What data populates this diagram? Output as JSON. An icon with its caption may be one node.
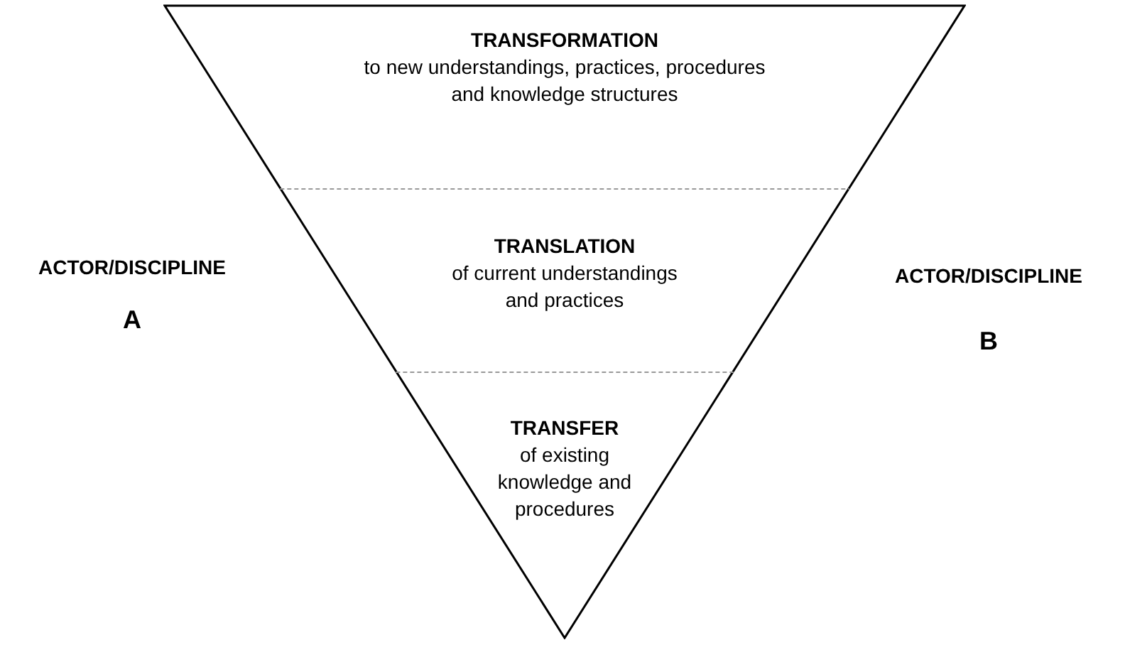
{
  "diagram": {
    "nodes": [
      {
        "text": [],
        "shape": "triangle"
      },
      {
        "text": [
          "TRANSFORMATION",
          "to new understandings, practices, procedures and knowledge structures"
        ],
        "in": 0
      },
      {
        "text": [
          "TRANSLATION",
          "of current understandings and practices"
        ],
        "in": 0
      },
      {
        "text": [
          "TRANSFER",
          "of existing knowledge and procedures"
        ],
        "in": 0
      }
    ],
    "edges": [],
    "labels": [
      "ACTOR/DISCIPLINE",
      "A",
      "ACTOR/DISCIPLINE",
      "B"
    ]
  }
}
